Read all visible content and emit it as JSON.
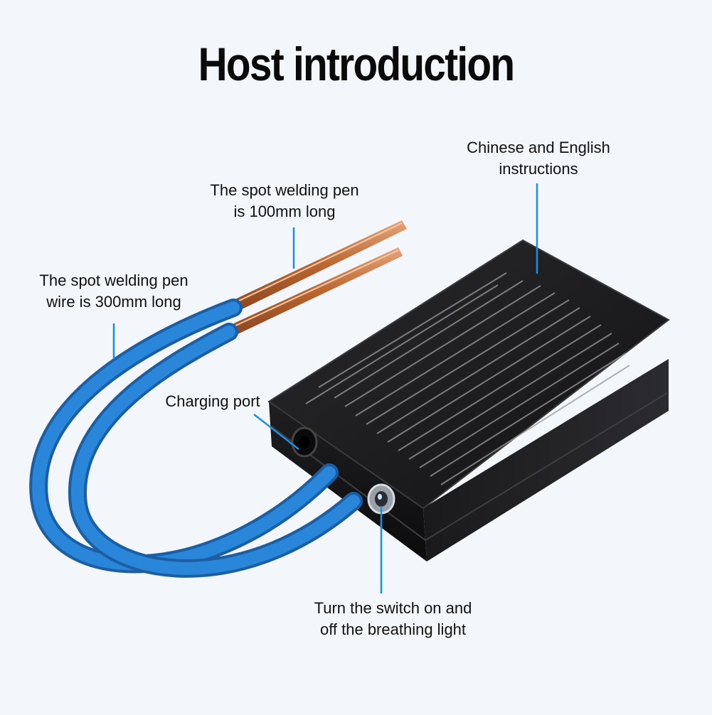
{
  "title": "Host introduction",
  "callouts": {
    "instructions": {
      "line1": "Chinese and English",
      "line2": "instructions"
    },
    "pen": {
      "line1": "The spot welding pen",
      "line2": "is 100mm long"
    },
    "wire": {
      "line1": "The spot welding pen",
      "line2": "wire is 300mm long"
    },
    "port": {
      "line1": "Charging port"
    },
    "switch": {
      "line1": "Turn the switch on and",
      "line2": "off the breathing light"
    }
  },
  "colors": {
    "background": "#f3f6fb",
    "cable": "#1f78c8",
    "copper": "#c8743c",
    "box": "#1b1b1d",
    "leader": "#1e8fe0"
  }
}
